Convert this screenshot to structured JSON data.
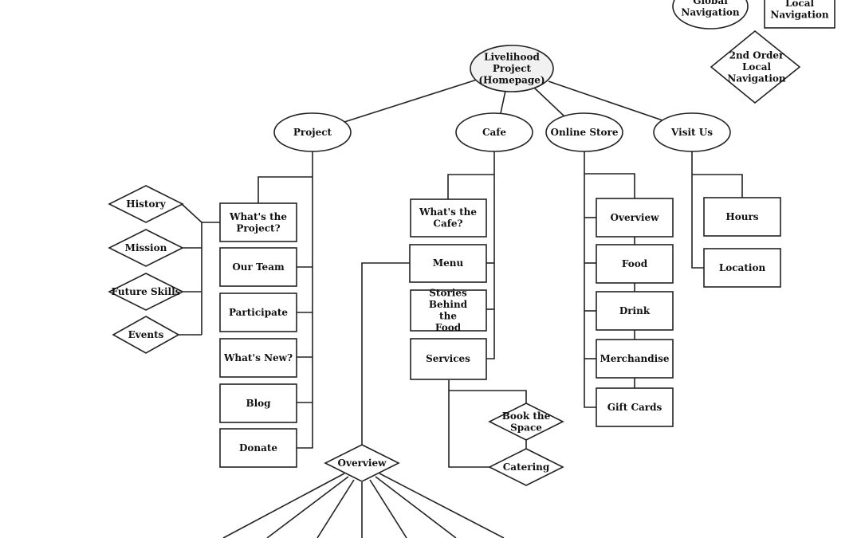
{
  "legend": {
    "global": "Global Navigation",
    "local": "Local Navigation",
    "second_order": "2nd Order Local Navigation"
  },
  "root": "Livelihood Project (Homepage)",
  "global_nav": [
    "Project",
    "Cafe",
    "Online Store",
    "Visit Us"
  ],
  "project": {
    "pages": [
      "What's the Project?",
      "Our Team",
      "Participate",
      "What's New?",
      "Blog",
      "Donate"
    ],
    "sub_pages": [
      "History",
      "Mission",
      "Future Skills",
      "Events"
    ]
  },
  "cafe": {
    "pages": [
      "What's the Cafe?",
      "Menu",
      "Stories Behind the Food",
      "Services"
    ],
    "menu_sub": "Overview",
    "services_sub": [
      "Book the Space",
      "Catering"
    ]
  },
  "online_store": {
    "pages": [
      "Overview",
      "Food",
      "Drink",
      "Merchandise",
      "Gift Cards"
    ]
  },
  "visit_us": {
    "pages": [
      "Hours",
      "Location"
    ]
  }
}
